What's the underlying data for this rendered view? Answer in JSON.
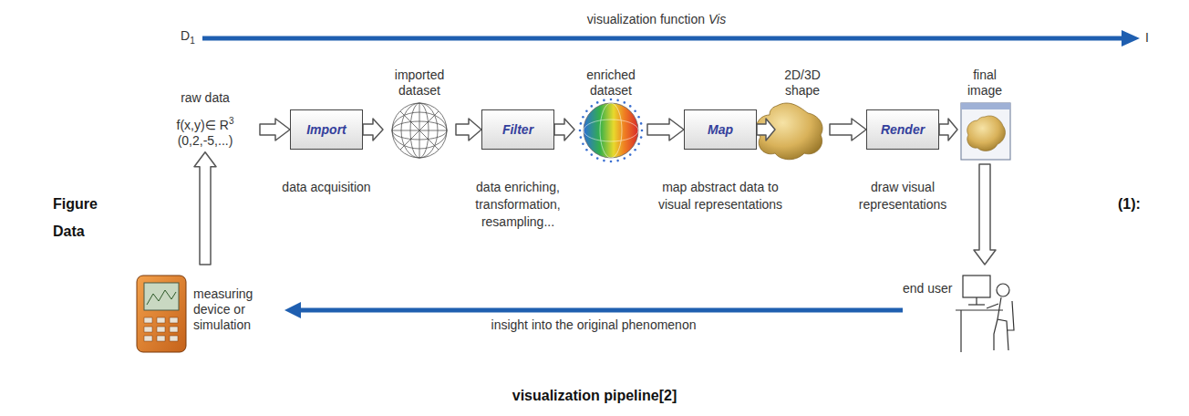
{
  "diagram": {
    "nodes": [
      {
        "text": [
          "raw data",
          "f(x,y)∈ R",
          "3",
          "(0,2,-5,...)"
        ]
      },
      {
        "text": [
          "Import"
        ]
      },
      {
        "text": [
          "imported dataset"
        ]
      },
      {
        "text": [
          "Filter"
        ]
      },
      {
        "text": [
          "enriched dataset"
        ]
      },
      {
        "text": [
          "Map"
        ]
      },
      {
        "text": [
          "2D/3D shape"
        ]
      },
      {
        "text": [
          "Render"
        ]
      },
      {
        "text": [
          "final image"
        ]
      },
      {
        "text": [
          "end user"
        ]
      },
      {
        "text": [
          "measuring device or simulation"
        ]
      }
    ],
    "edges": [
      {
        "from": 0,
        "to": 1,
        "arrow": "to"
      },
      {
        "from": 1,
        "to": 2,
        "arrow": "to"
      },
      {
        "from": 2,
        "to": 3,
        "arrow": "to"
      },
      {
        "from": 3,
        "to": 4,
        "arrow": "to"
      },
      {
        "from": 4,
        "to": 5,
        "arrow": "to"
      },
      {
        "from": 5,
        "to": 6,
        "arrow": "to"
      },
      {
        "from": 6,
        "to": 7,
        "arrow": "to"
      },
      {
        "from": 7,
        "to": 8,
        "arrow": "to"
      },
      {
        "from": 8,
        "to": 9,
        "arrow": "to"
      },
      {
        "from": 9,
        "to": 10,
        "label": "insight into the original phenomenon",
        "arrow": "to"
      },
      {
        "from": 10,
        "to": 0,
        "arrow": "to"
      }
    ],
    "labels": [
      "D",
      "1",
      "visualization function",
      "Vis",
      "I",
      "data acquisition",
      "data enriching, transformation, resampling...",
      "map abstract data to visual representations",
      "draw visual representations",
      "Figure",
      "(1):",
      "Data",
      "visualization pipeline[2]"
    ]
  }
}
